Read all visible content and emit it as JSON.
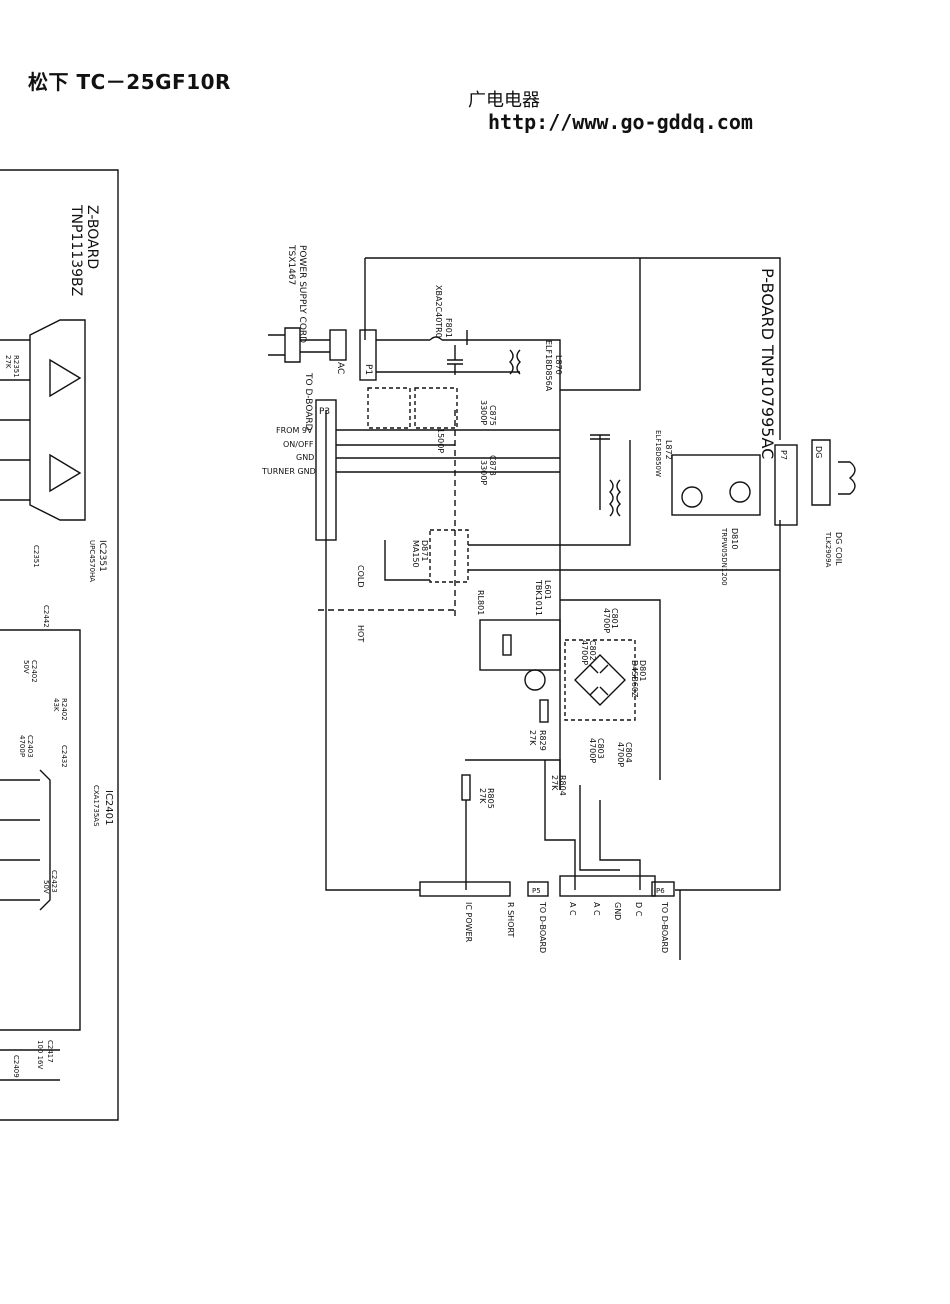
{
  "header": {
    "title": "松下 TC－25GF10R",
    "site_name_cn": "广电电器",
    "site_url": "http://www.go-gddq.com"
  },
  "boards": {
    "z_board": "Z-BOARD",
    "z_board_part": "TNP11139BZ",
    "p_board": "P-BOARD TNP107995AC"
  },
  "power_cord": {
    "label": "POWER SUPPLY CORD",
    "part": "TSX1467"
  },
  "connectors": {
    "p1": "P1",
    "p3": "P3",
    "p5": "P5",
    "p6": "P6",
    "p7": "P7",
    "ac": "AC",
    "to_d_board": "TO D-BOARD"
  },
  "p3_pins": {
    "from_9v": "FROM 9V",
    "on_off": "ON/OFF",
    "gnd": "GND",
    "turner_gnd": "TURNER GND"
  },
  "bottom_pins": {
    "ic_power": "IC POWER",
    "r_short": "R SHORT",
    "to_d_board_1": "TO D-BOARD",
    "a_c_1": "A C",
    "a_c_2": "A C",
    "gnd": "GND",
    "d_c": "D C",
    "to_d_board_2": "TO D-BOARD"
  },
  "regions": {
    "cold": "COLD",
    "hot": "HOT"
  },
  "ics": {
    "ic2351": "IC2351",
    "ic2351_part": "UPC4570HA",
    "ic2401": "IC2401",
    "ic2401_part": "CXA1735AS"
  },
  "components": {
    "f801": "F801",
    "f801_part": "XBA2C40TR0",
    "l870": "L870",
    "l870_part": "ELF18D856A",
    "c875": "C875",
    "c875_val": "3300P",
    "c873": "C873",
    "c873_val": "3300P",
    "c874_val": "1500P",
    "l601": "L601",
    "l601_part": "TBK1011",
    "rl801": "RL801",
    "d871": "D871",
    "d871_part": "MA150",
    "d801": "D801",
    "d801_part": "D4SB60Z",
    "c801": "C801",
    "c801_val": "4700P",
    "c802": "C802",
    "c802_val": "4700P",
    "c803": "C803",
    "c803_val": "4700P",
    "c804": "C804",
    "c804_val": "4700P",
    "r804": "R804",
    "r804_val": "27K",
    "r805": "R805",
    "r805_val": "27K",
    "r829": "R829",
    "r829_val": "27K",
    "d810": "D810",
    "d810_part": "TRPW05DN1200",
    "dg": "DG",
    "dg_coil": "DG COIL",
    "dg_coil_part": "TLK2909A",
    "l872": "L872",
    "l872_part": "ELF18D850W"
  },
  "z_parts": {
    "c2402": "C2402",
    "c2402_val": "50V",
    "r2402": "R2402",
    "r2402_val": "43K",
    "c2403": "C2403",
    "c2403_val": "4700P",
    "c2417": "C2417",
    "c2417_val": "100 16V",
    "c2409": "C2409",
    "c2432": "C2432",
    "c2442": "C2442",
    "c2351": "C2351",
    "r2351": "R2351",
    "r2351_val": "27K",
    "c2423": "C2423",
    "c2423_val": "50V"
  }
}
